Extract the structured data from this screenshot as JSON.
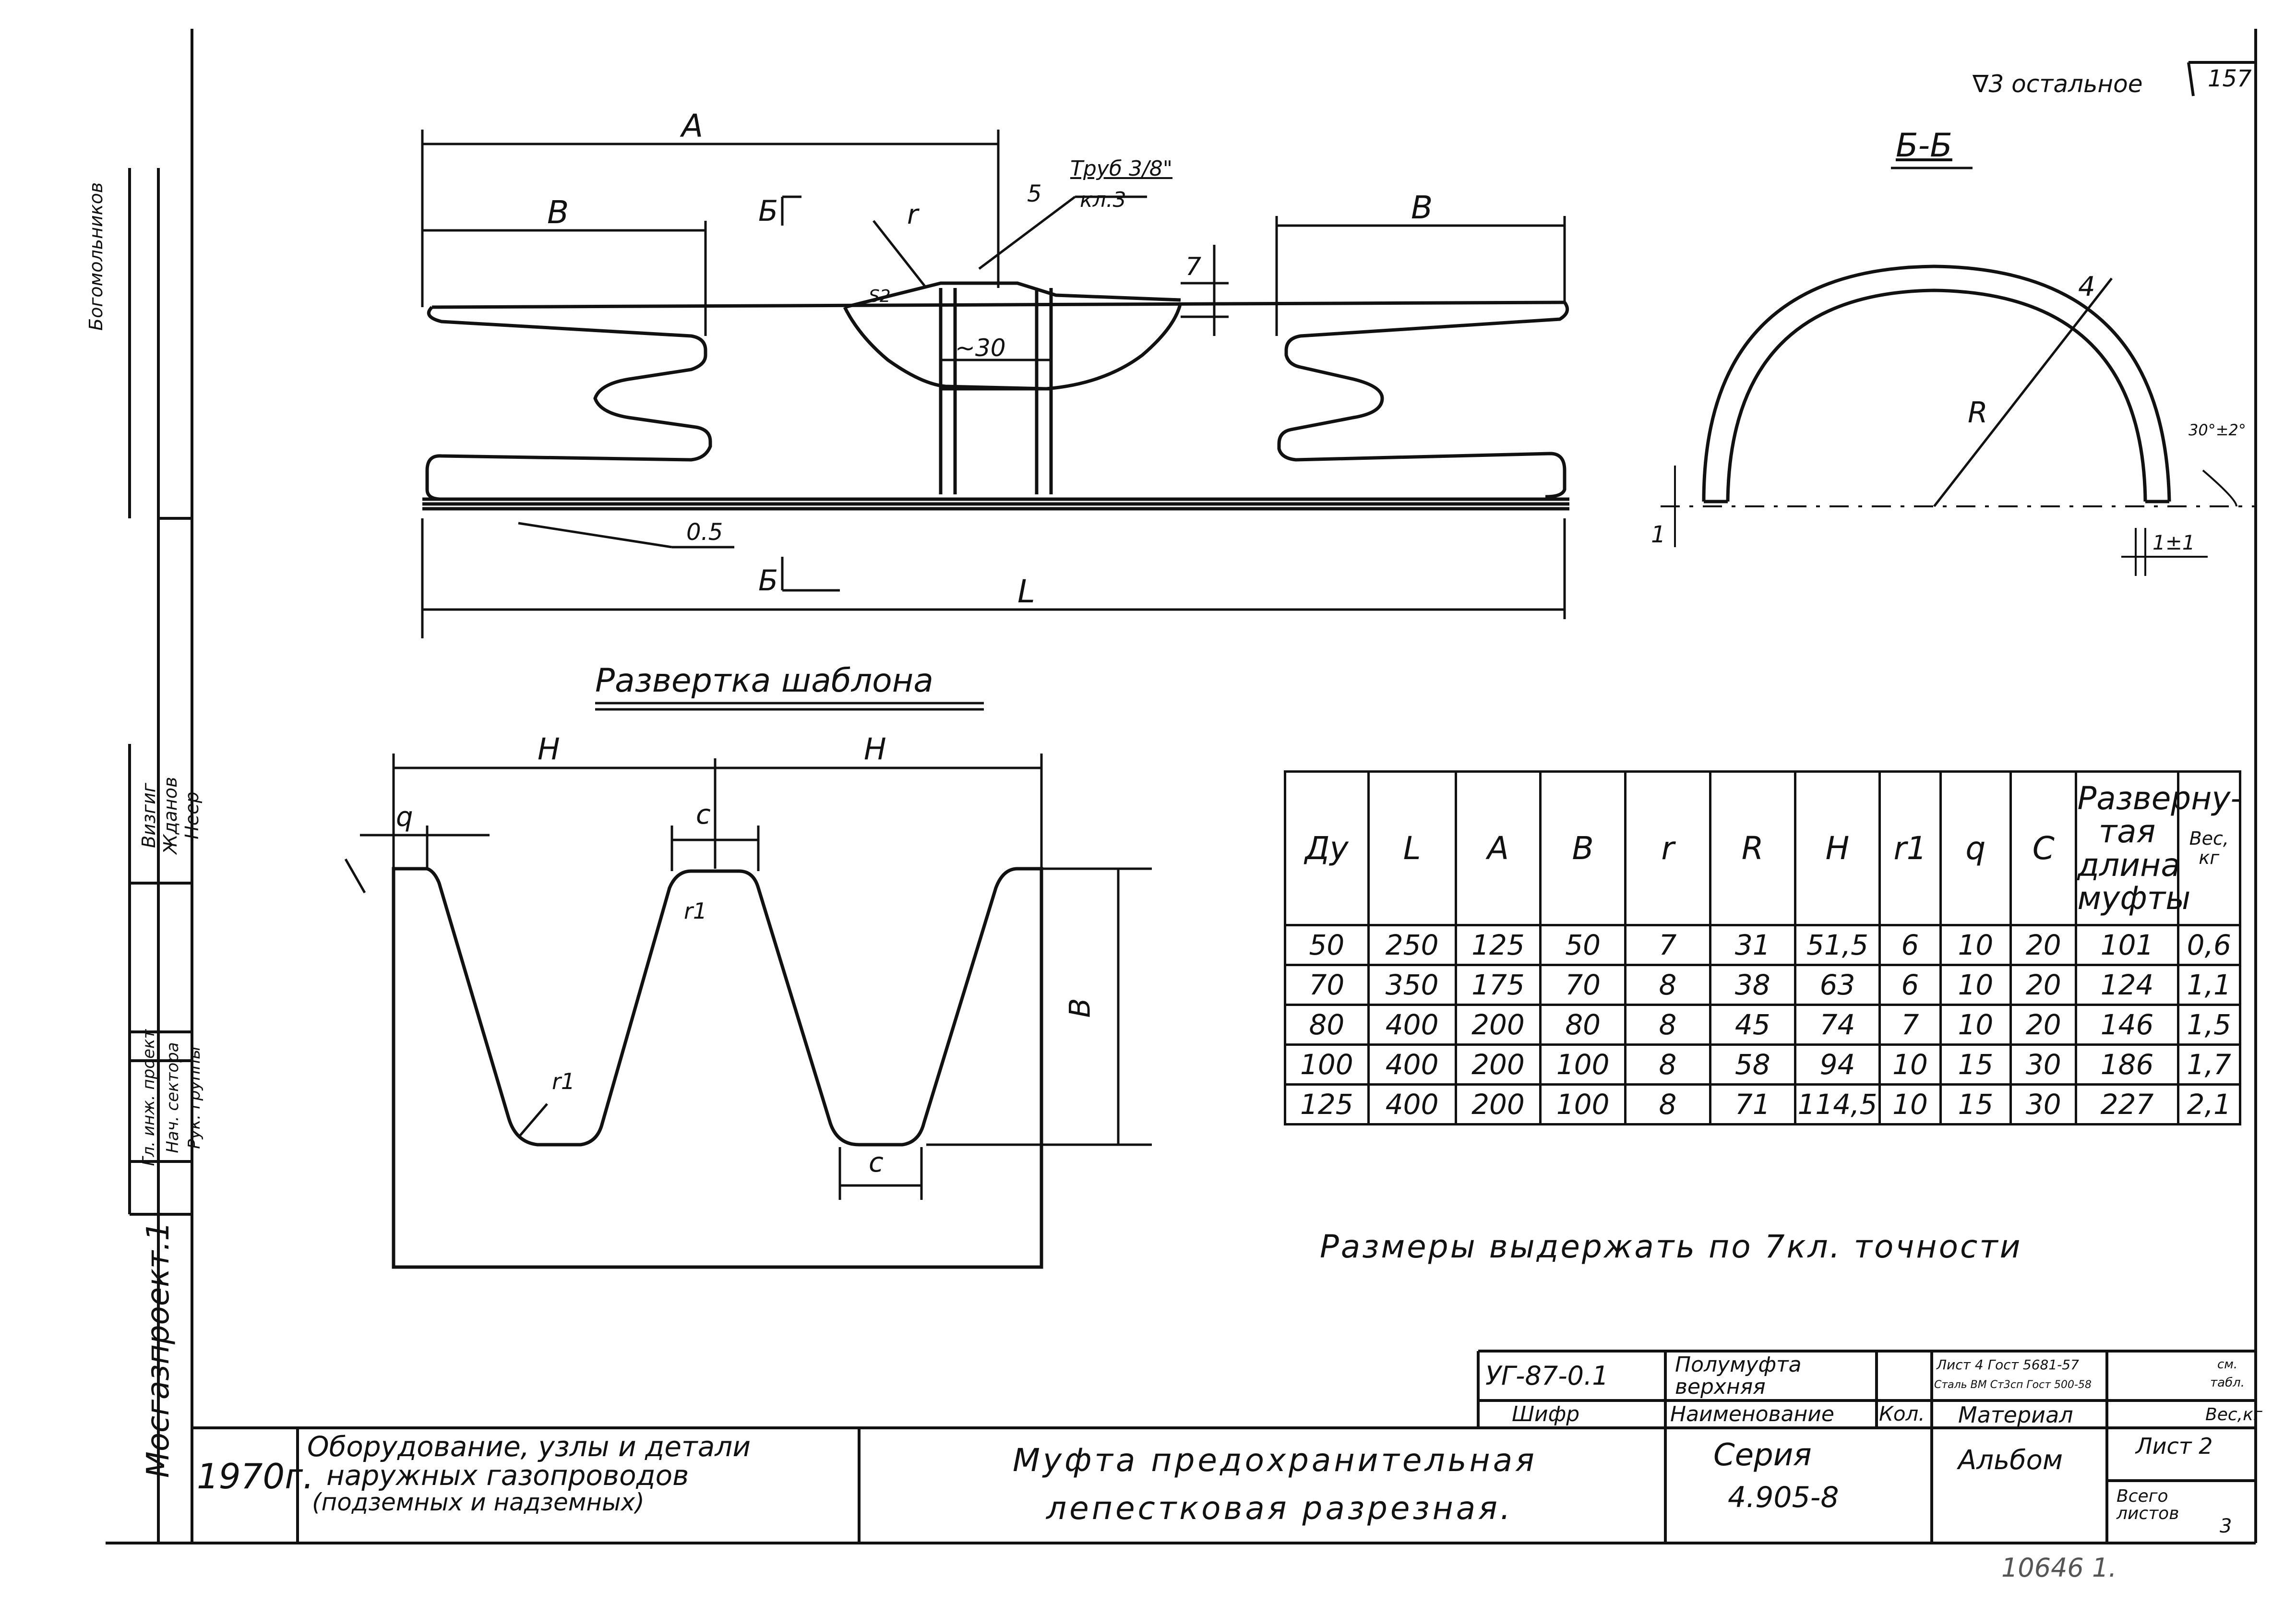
{
  "header": {
    "roughness": "∇3 остальное",
    "page_number": "157"
  },
  "main_view": {
    "dim_A": "A",
    "dim_B_left": "B",
    "dim_B_right": "B",
    "dim_r": "r",
    "section_mark_top": "Б",
    "section_mark_bottom": "Б",
    "weld_symbol": "5",
    "weld_note_line1": "Труб 3/8\"",
    "weld_note_line2": "кл.3",
    "dim_7": "7",
    "dim_30": "~30",
    "dim_gap": "0.5",
    "dim_L": "L",
    "dim_left_hatch": "S2"
  },
  "section_view": {
    "title": "Б-Б",
    "dim_4": "4",
    "dim_R": "R",
    "dim_angle": "30°±2°",
    "dim_1": "1",
    "dim_1pm1": "1±1"
  },
  "template_view": {
    "title": "Развертка шаблона",
    "dim_H_left": "H",
    "dim_H_right": "H",
    "dim_q": "q",
    "dim_c_top": "c",
    "dim_c_bottom": "c",
    "dim_r1_top": "r1",
    "dim_r1_bottom": "r1",
    "dim_B": "B"
  },
  "table": {
    "headers": [
      "Ду",
      "L",
      "A",
      "B",
      "r",
      "R",
      "H",
      "r1",
      "q",
      "C",
      "Разверну-тая длина муфты",
      "Вес, кг"
    ],
    "rows": [
      [
        "50",
        "250",
        "125",
        "50",
        "7",
        "31",
        "51,5",
        "6",
        "10",
        "20",
        "101",
        "0,6"
      ],
      [
        "70",
        "350",
        "175",
        "70",
        "8",
        "38",
        "63",
        "6",
        "10",
        "20",
        "124",
        "1,1"
      ],
      [
        "80",
        "400",
        "200",
        "80",
        "8",
        "45",
        "74",
        "7",
        "10",
        "20",
        "146",
        "1,5"
      ],
      [
        "100",
        "400",
        "200",
        "100",
        "8",
        "58",
        "94",
        "10",
        "15",
        "30",
        "186",
        "1,7"
      ],
      [
        "125",
        "400",
        "200",
        "100",
        "8",
        "71",
        "114,5",
        "10",
        "15",
        "30",
        "227",
        "2,1"
      ]
    ]
  },
  "note": "Размеры выдержать по 7кл. точности",
  "part_block": {
    "code": "УГ-87-0.1",
    "code_label": "Шифр",
    "name_line1": "Полумуфта",
    "name_line2": "верхняя",
    "name_label": "Наименование",
    "qty_label": "Кол.",
    "material_line1": "Лист 4 Гост 5681-57",
    "material_line2": "Сталь ВМ Ст3сп Гост 500-58",
    "material_label": "Материал",
    "weight_line1": "см.",
    "weight_line2": "табл.",
    "weight_label": "Вес,кг"
  },
  "title_block": {
    "organization": "Мосгазпроект.1",
    "year": "1970г.",
    "album_title_line1": "Оборудование, узлы и детали",
    "album_title_line2": "наружных газопроводов",
    "album_title_line3": "(подземных и надземных)",
    "drawing_title_line1": "Муфта предохранительная",
    "drawing_title_line2": "лепестковая разрезная.",
    "series_label": "Серия",
    "series_value": "4.905-8",
    "album_label": "Альбом",
    "sheet_label": "Лист 2",
    "total_label": "Всего листов",
    "total_value": "3",
    "archive_number": "10646 1."
  },
  "side_stamp": {
    "role_1": "Гл. инж. проект",
    "role_2": "Нач. сектора",
    "role_3": "Рук. группы",
    "name_1": "Визгиг",
    "name_2": "Жданов",
    "name_3": "Неер",
    "top_note": "Богомольников"
  }
}
